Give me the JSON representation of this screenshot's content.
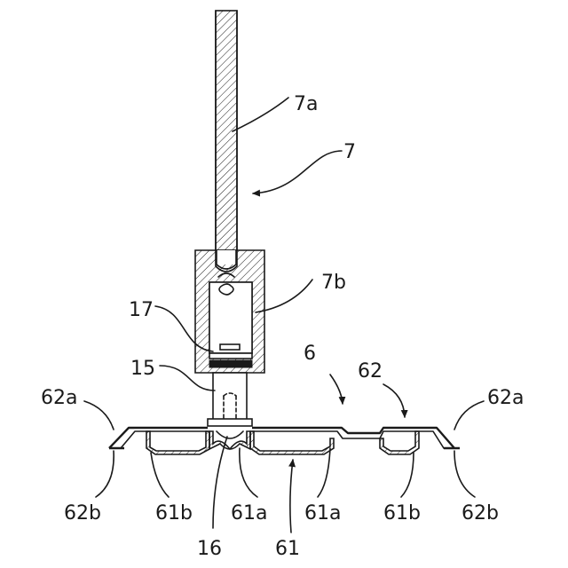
{
  "labels": {
    "l_7a": "7a",
    "l_7": "7",
    "l_7b": "7b",
    "l_17": "17",
    "l_15": "15",
    "l_6": "6",
    "l_62": "62",
    "l_62a_left": "62a",
    "l_62a_right": "62a",
    "l_62b_left": "62b",
    "l_61b_left": "61b",
    "l_61a_left": "61a",
    "l_61a_right": "61a",
    "l_61b_right": "61b",
    "l_62b_right": "62b",
    "l_16": "16",
    "l_61": "61"
  },
  "colors": {
    "line": "#1a1a1a",
    "background": "#ffffff"
  }
}
